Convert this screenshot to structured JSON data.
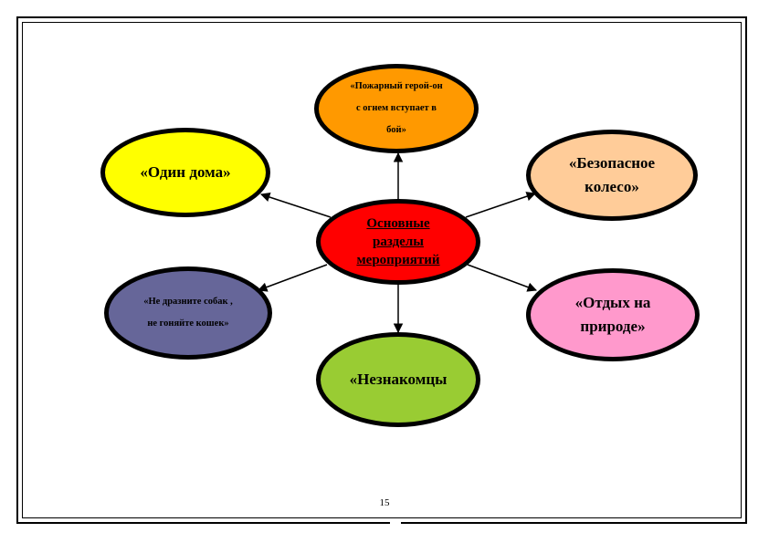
{
  "center": {
    "lines": [
      "Основные",
      "разделы",
      "мероприятий"
    ],
    "color": "#ff0000"
  },
  "nodes": {
    "fire": {
      "lines": [
        "«Пожарный герой-он",
        "с огнем вступает в",
        "бой»"
      ],
      "color": "#ff9900"
    },
    "home": {
      "lines": [
        "«Один дома»"
      ],
      "color": "#ffff00"
    },
    "wheel": {
      "lines": [
        "«Безопасное",
        "колесо»"
      ],
      "color": "#ffcc99"
    },
    "dogs": {
      "lines": [
        "«Не дразните собак ,",
        "не гоняйте кошек»"
      ],
      "color": "#666699"
    },
    "nature": {
      "lines": [
        "«Отдых на",
        "природе»"
      ],
      "color": "#ff99cc"
    },
    "strangers": {
      "lines": [
        "«Незнакомцы"
      ],
      "color": "#99cc33"
    }
  },
  "page_number": "15"
}
